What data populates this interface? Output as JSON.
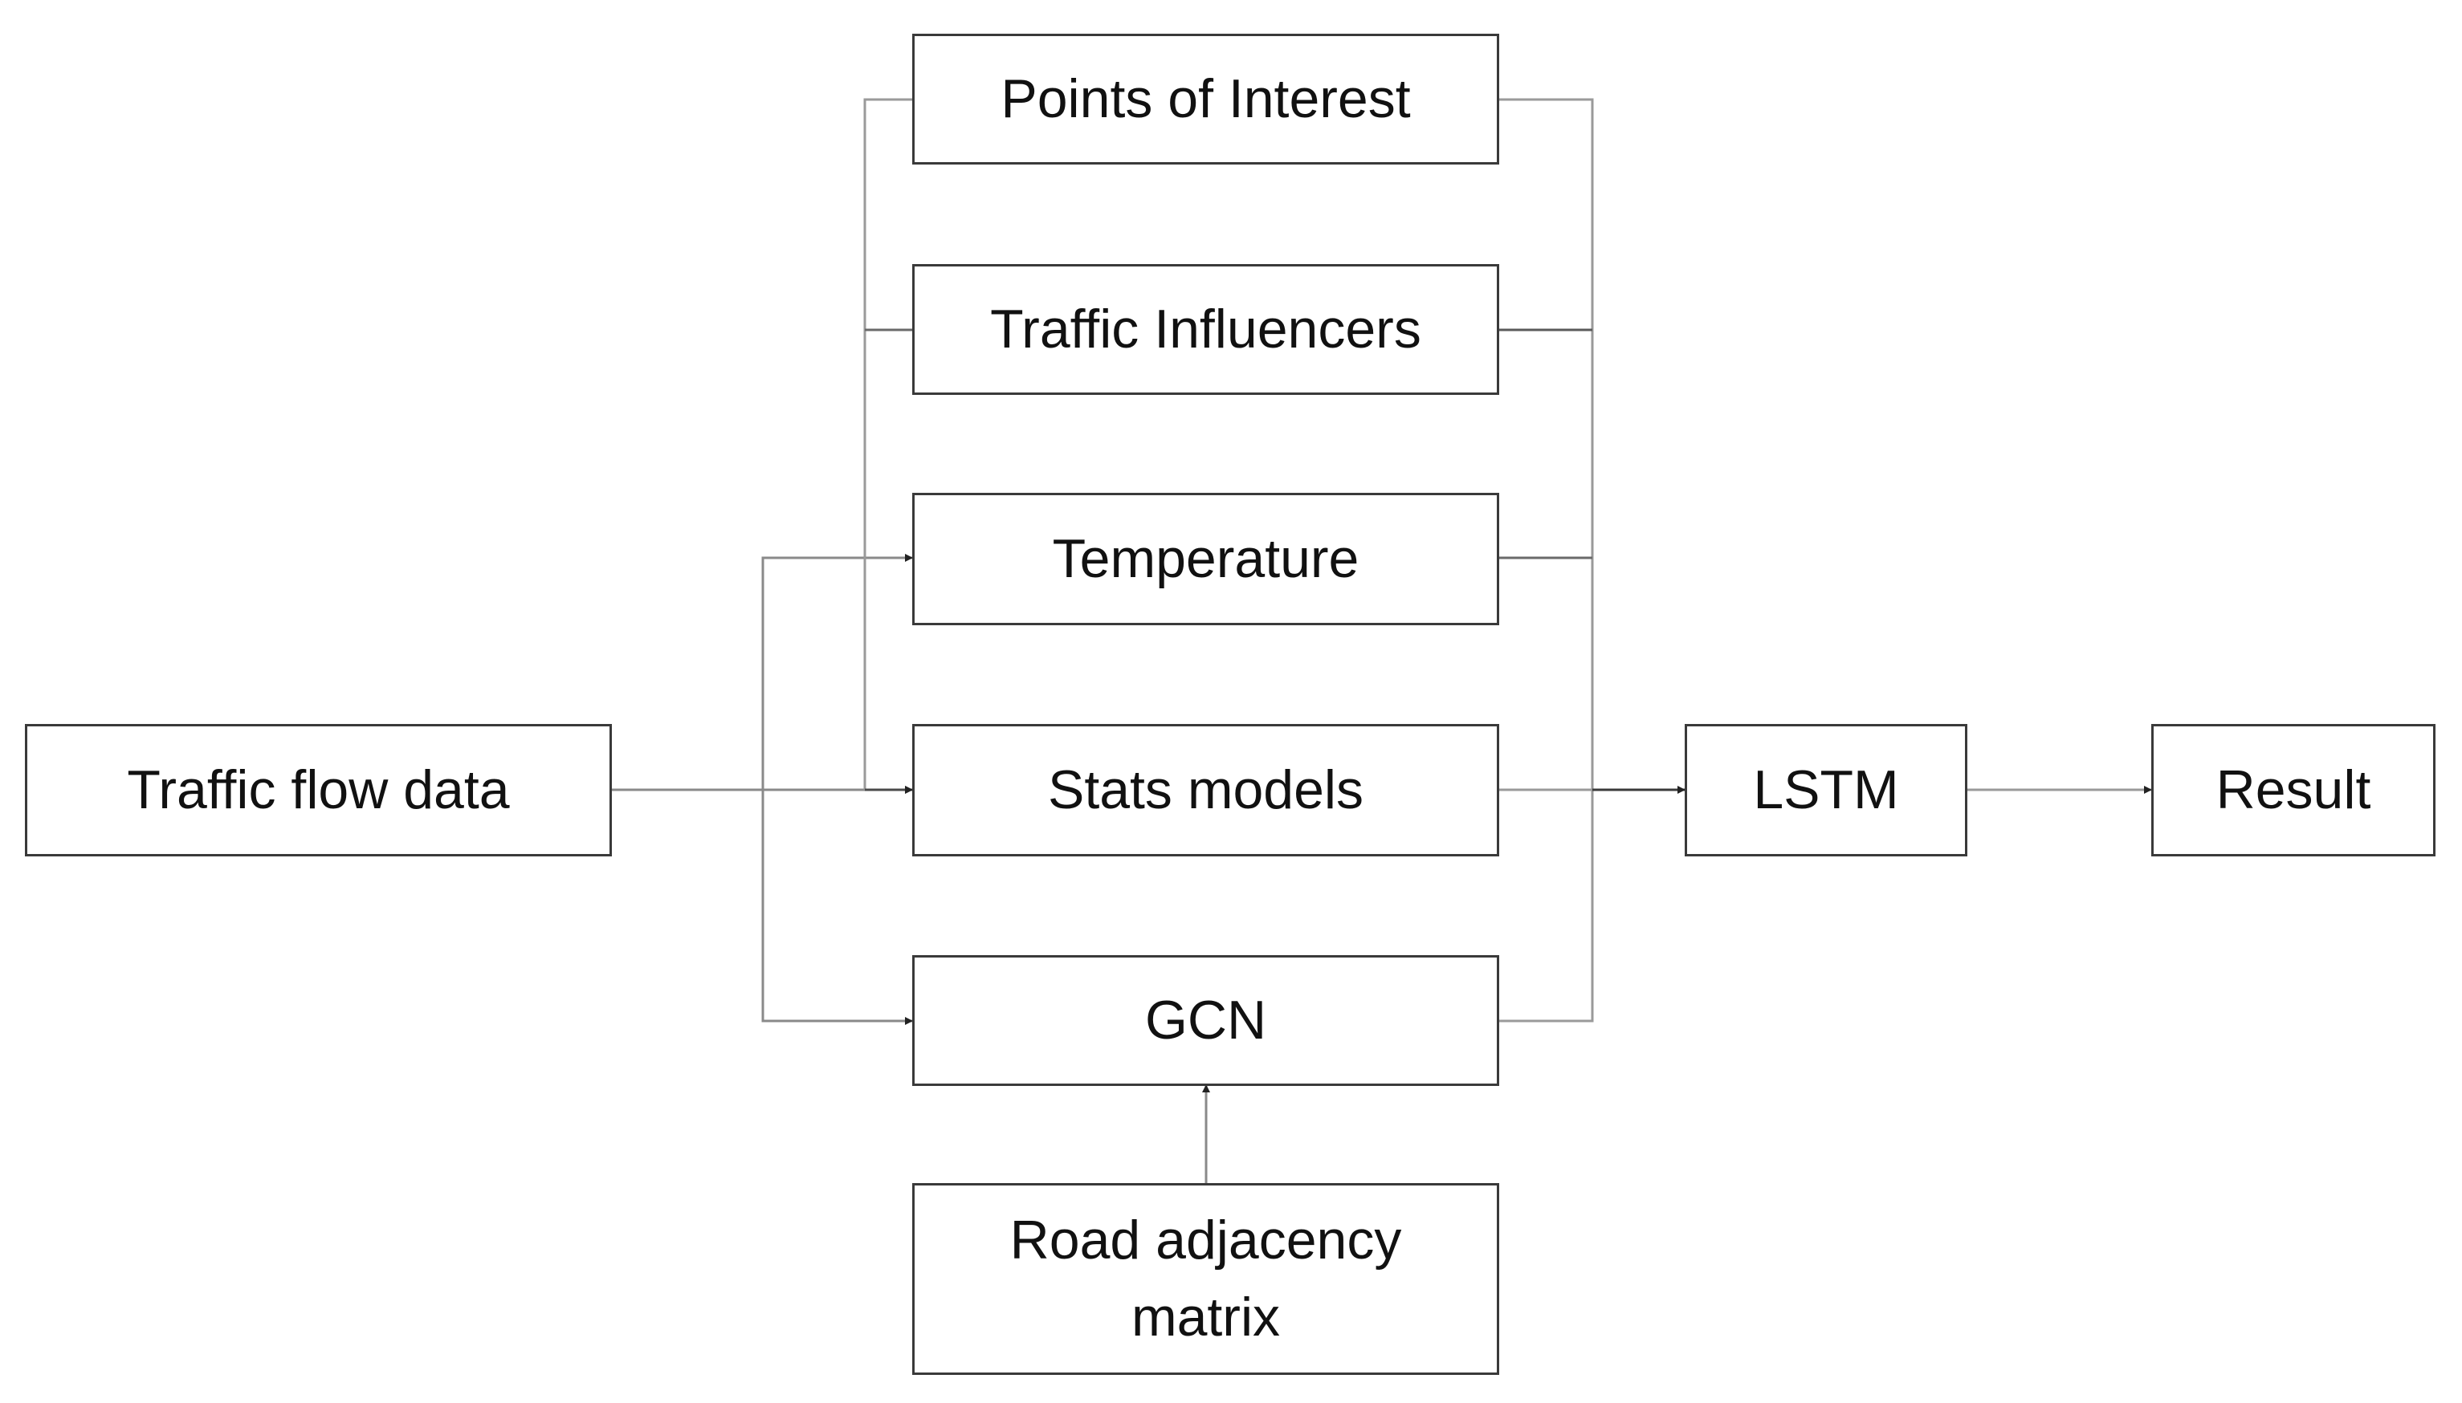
{
  "nodes": {
    "traffic_flow": "Traffic flow data",
    "points_of_interest": "Points of Interest",
    "traffic_influencers": "Traffic Influencers",
    "temperature": "Temperature",
    "stats_models": "Stats models",
    "gcn": "GCN",
    "road_adjacency_line1": "Road adjacency",
    "road_adjacency_line2": "matrix",
    "lstm": "LSTM",
    "result": "Result"
  },
  "colors": {
    "line": "#9a9a9a",
    "line_dark": "#4a4a4a",
    "box_border": "#3a3a3a",
    "text": "#111111"
  }
}
